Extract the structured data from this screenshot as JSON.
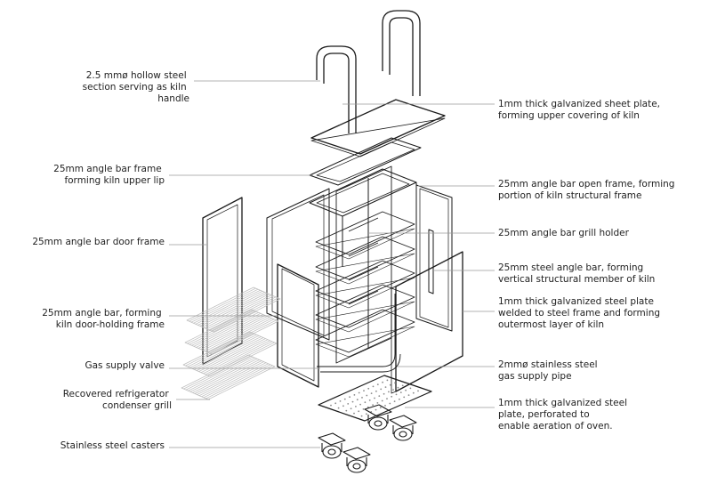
{
  "colors": {
    "line": "#1a1a1a",
    "leader": "#9a9a9a",
    "text": "#222222",
    "grille": "#bdbdbd"
  },
  "labels_left": [
    {
      "lines": [
        "2.5 mmø hollow steel",
        "section serving as kiln",
        "handle"
      ]
    },
    {
      "lines": [
        "25mm angle bar frame",
        "forming kiln upper lip"
      ]
    },
    {
      "lines": [
        "25mm angle bar door frame"
      ]
    },
    {
      "lines": [
        "25mm angle bar, forming",
        "kiln door-holding frame"
      ]
    },
    {
      "lines": [
        "Gas supply valve"
      ]
    },
    {
      "lines": [
        "Recovered refrigerator",
        "condenser grill"
      ]
    },
    {
      "lines": [
        "Stainless steel casters"
      ]
    }
  ],
  "labels_right": [
    {
      "lines": [
        "1mm thick galvanized sheet plate,",
        "forming upper covering of kiln"
      ]
    },
    {
      "lines": [
        "25mm angle bar open frame, forming",
        "portion of kiln structural frame"
      ]
    },
    {
      "lines": [
        "25mm angle bar grill holder"
      ]
    },
    {
      "lines": [
        "25mm steel angle bar,  forming",
        "vertical structural member of kiln"
      ]
    },
    {
      "lines": [
        "1mm thick galvanized steel plate",
        "welded to steel frame and forming",
        "outermost layer of kiln"
      ]
    },
    {
      "lines": [
        "2mmø stainless steel",
        "gas supply pipe"
      ]
    },
    {
      "lines": [
        "1mm thick galvanized steel",
        "plate, perforated to",
        "enable aeration of oven."
      ]
    }
  ]
}
